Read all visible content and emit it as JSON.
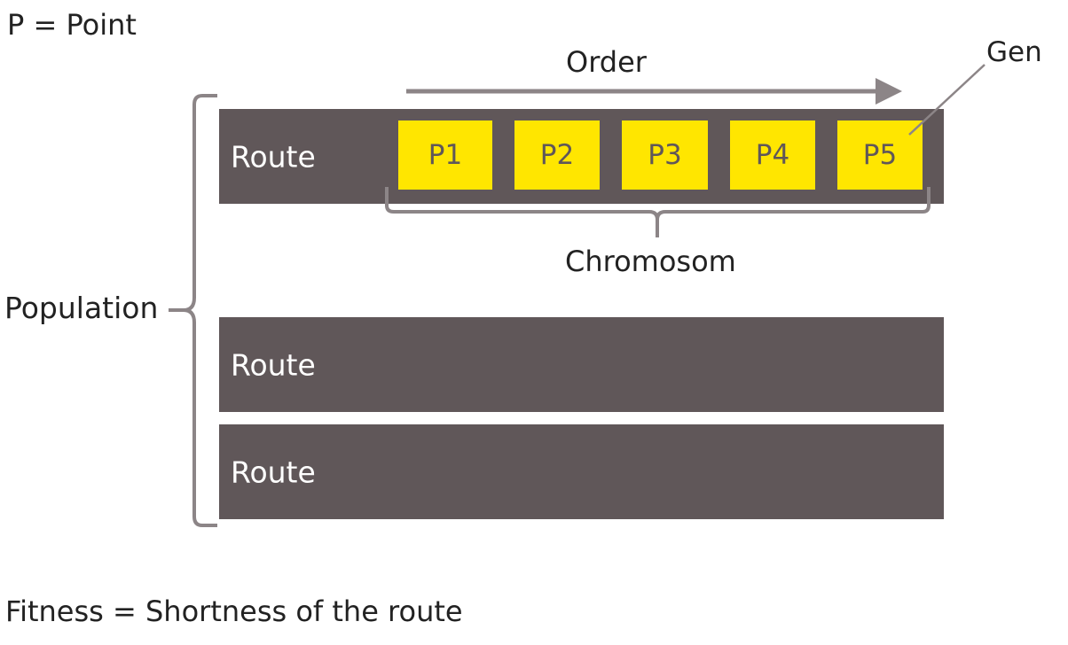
{
  "legend": {
    "point_definition": "P = Point",
    "fitness_definition": "Fitness = Shortness of the route"
  },
  "diagram": {
    "population_label": "Population",
    "order_label": "Order",
    "gene_label": "Gen",
    "chromosome_label": "Chromosom",
    "routes": [
      {
        "label": "Route",
        "genes": [
          "P1",
          "P2",
          "P3",
          "P4",
          "P5"
        ]
      },
      {
        "label": "Route",
        "genes": []
      },
      {
        "label": "Route",
        "genes": []
      }
    ]
  },
  "colors": {
    "route_fill": "#605759",
    "gene_fill": "#ffe600",
    "gene_text": "#605759",
    "connector": "#8c8587",
    "text": "#222222"
  }
}
